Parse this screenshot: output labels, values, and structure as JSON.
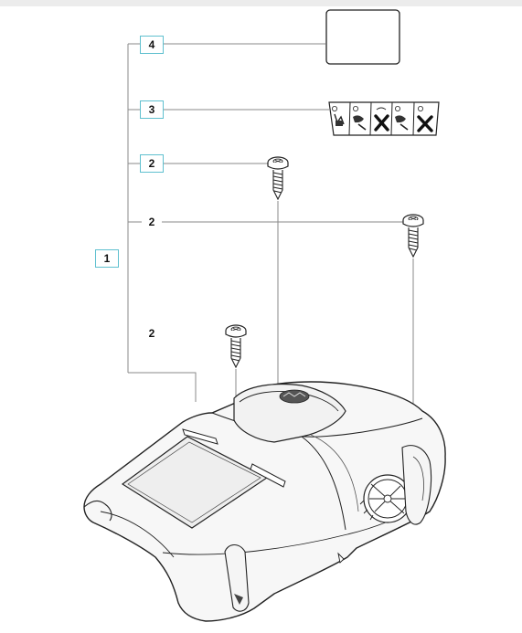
{
  "callouts": [
    {
      "id": "callout-4",
      "label": "4",
      "boxed": true
    },
    {
      "id": "callout-3",
      "label": "3",
      "boxed": true
    },
    {
      "id": "callout-2a",
      "label": "2",
      "boxed": true
    },
    {
      "id": "callout-2b",
      "label": "2",
      "boxed": false
    },
    {
      "id": "callout-1",
      "label": "1",
      "boxed": true
    },
    {
      "id": "callout-2c",
      "label": "2",
      "boxed": false
    }
  ],
  "parts": {
    "label_blank": "blank-label",
    "warning_decal": "warning-decal",
    "screw": "screw",
    "cover": "cylinder-cover"
  },
  "colors": {
    "callout_border": "#5fc0cf",
    "line": "#8a8a8a",
    "part_fill": "#f7f7f7",
    "part_stroke": "#222222"
  }
}
